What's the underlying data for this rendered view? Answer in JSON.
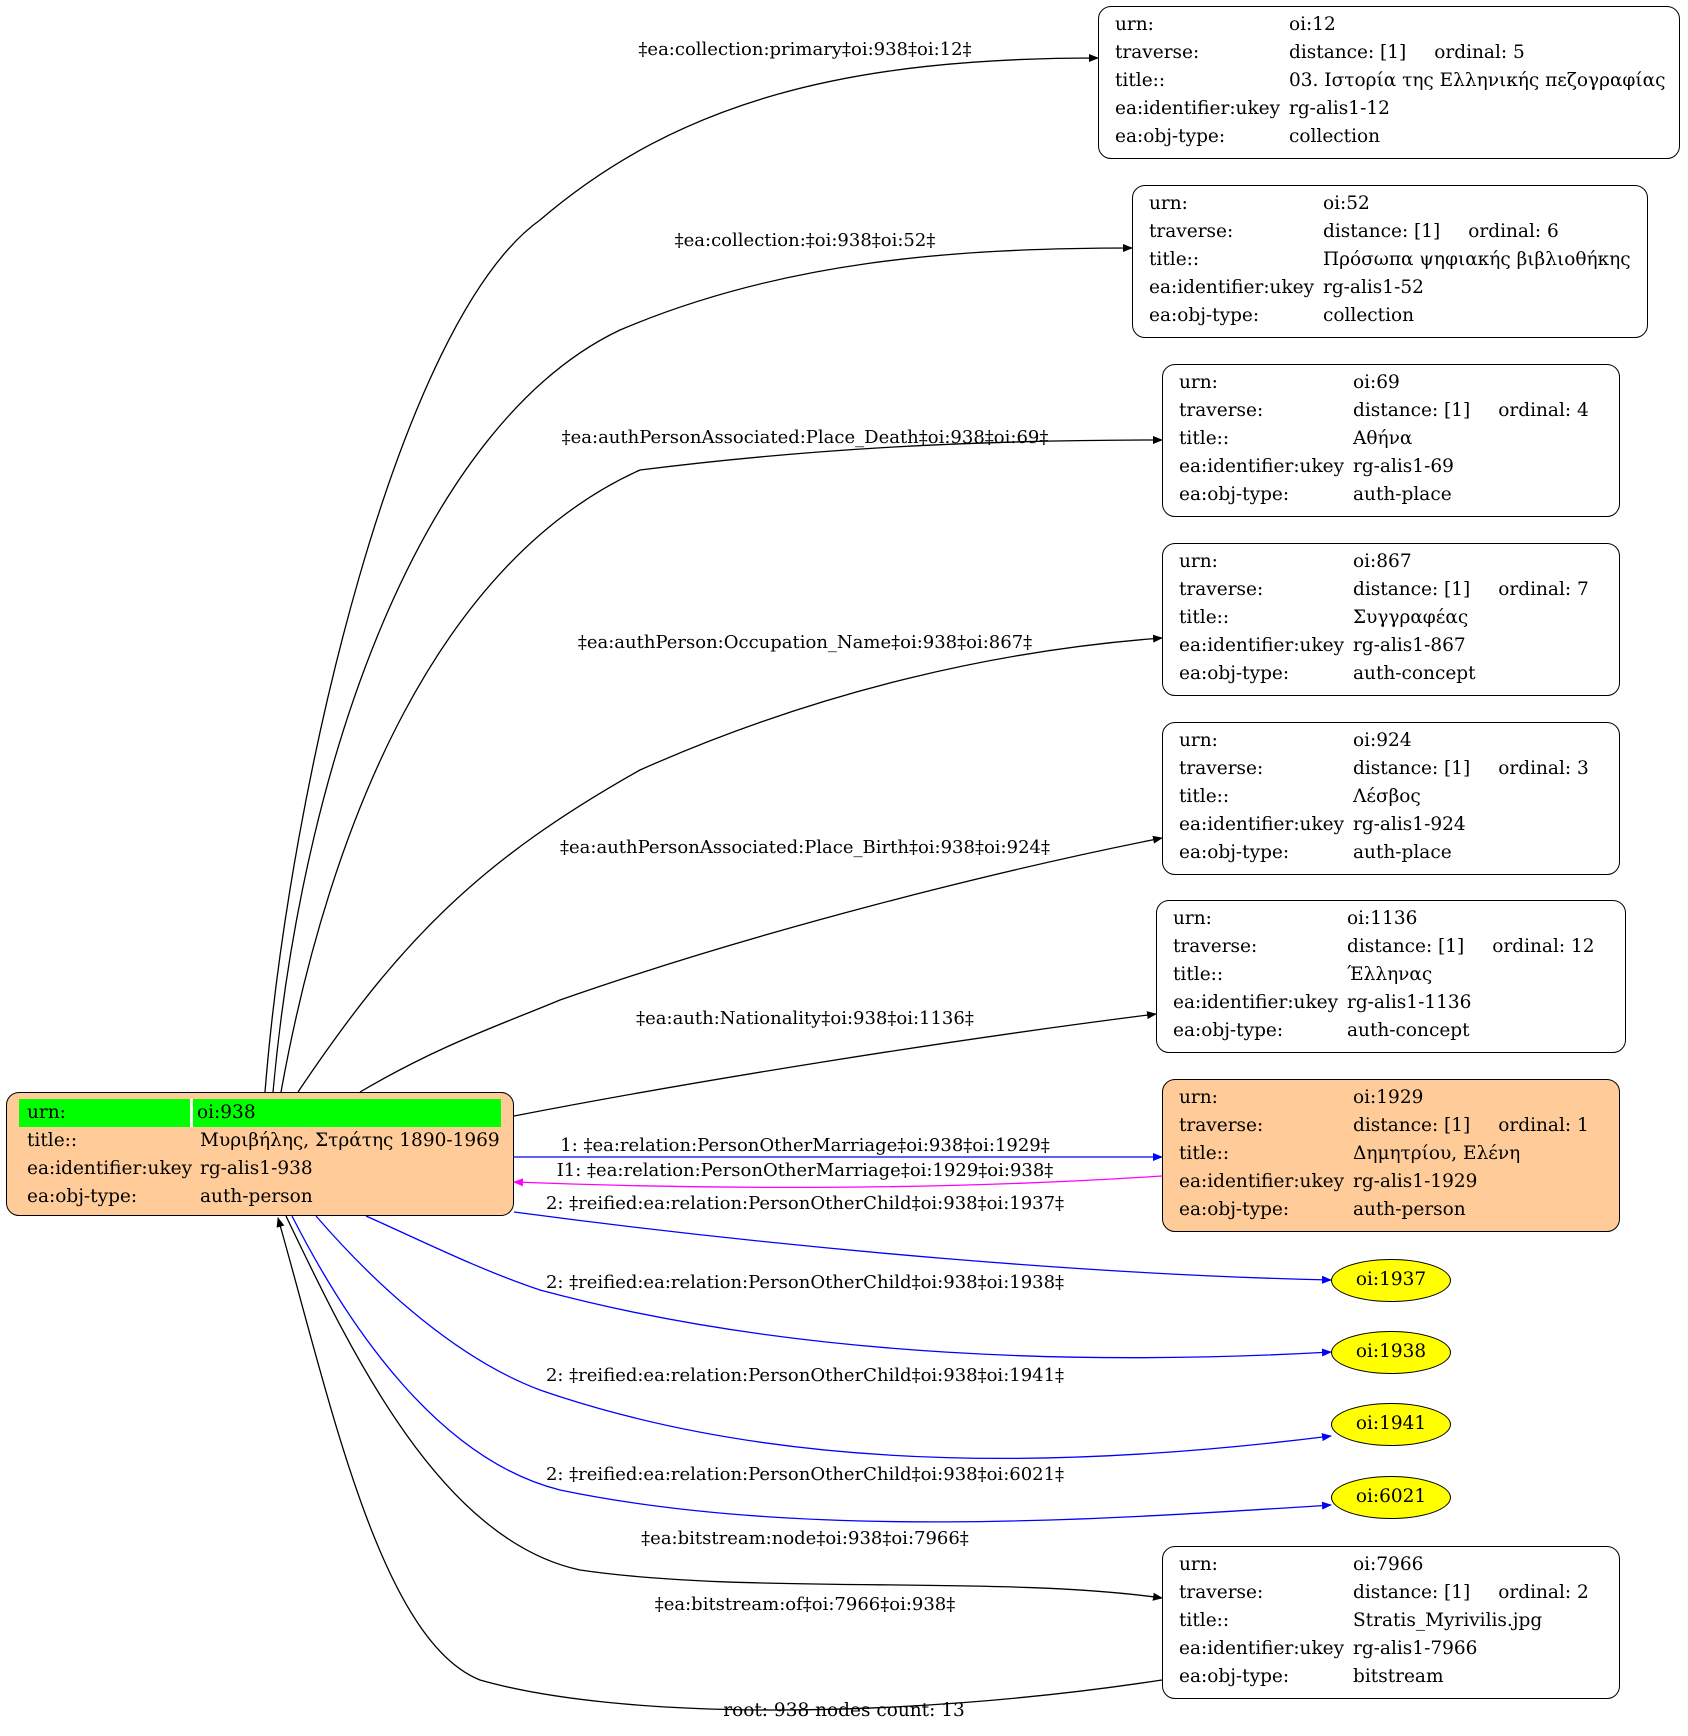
{
  "root_node": {
    "id": "oi:938",
    "rows": [
      {
        "key": "urn:",
        "value": "oi:938"
      },
      {
        "key": "title::",
        "value": "Μυριβήλης, Στράτης 1890-1969"
      },
      {
        "key": "ea:identifier:ukey",
        "value": "rg-alis1-938"
      },
      {
        "key": "ea:obj-type:",
        "value": "auth-person"
      }
    ],
    "highlight_color": "#00ff00",
    "fill_color": "#ffcc99"
  },
  "nodes": [
    {
      "urn": "oi:12",
      "distance": "distance: [1]",
      "ordinal": "ordinal: 5",
      "title": "03. Ιστορία της Ελληνικής πεζογραφίας",
      "ukey": "rg-alis1-12",
      "obj_type": "collection"
    },
    {
      "urn": "oi:52",
      "distance": "distance: [1]",
      "ordinal": "ordinal: 6",
      "title": "Πρόσωπα ψηφιακής βιβλιοθήκης",
      "ukey": "rg-alis1-52",
      "obj_type": "collection"
    },
    {
      "urn": "oi:69",
      "distance": "distance: [1]",
      "ordinal": "ordinal: 4",
      "title": "Αθήνα",
      "ukey": "rg-alis1-69",
      "obj_type": "auth-place"
    },
    {
      "urn": "oi:867",
      "distance": "distance: [1]",
      "ordinal": "ordinal: 7",
      "title": "Συγγραφέας",
      "ukey": "rg-alis1-867",
      "obj_type": "auth-concept"
    },
    {
      "urn": "oi:924",
      "distance": "distance: [1]",
      "ordinal": "ordinal: 3",
      "title": "Λέσβος",
      "ukey": "rg-alis1-924",
      "obj_type": "auth-place"
    },
    {
      "urn": "oi:1136",
      "distance": "distance: [1]",
      "ordinal": "ordinal: 12",
      "title": "Έλληνας",
      "ukey": "rg-alis1-1136",
      "obj_type": "auth-concept"
    },
    {
      "urn": "oi:1929",
      "distance": "distance: [1]",
      "ordinal": "ordinal: 1",
      "title": "Δημητρίου, Ελένη",
      "ukey": "rg-alis1-1929",
      "obj_type": "auth-person"
    },
    {
      "urn": "oi:7966",
      "distance": "distance: [1]",
      "ordinal": "ordinal: 2",
      "title": "Stratis_Myrivilis.jpg",
      "ukey": "rg-alis1-7966",
      "obj_type": "bitstream"
    }
  ],
  "field_labels": {
    "urn": "urn:",
    "traverse": "traverse:",
    "title": "title::",
    "ukey": "ea:identifier:ukey",
    "obj_type": "ea:obj-type:"
  },
  "ellipse_nodes": [
    "oi:1937",
    "oi:1938",
    "oi:1941",
    "oi:6021"
  ],
  "edges": [
    {
      "label": "‡ea:collection:primary‡oi:938‡oi:12‡",
      "color": "#000000"
    },
    {
      "label": "‡ea:collection:‡oi:938‡oi:52‡",
      "color": "#000000"
    },
    {
      "label": "‡ea:authPersonAssociated:Place_Death‡oi:938‡oi:69‡",
      "color": "#000000"
    },
    {
      "label": "‡ea:authPerson:Occupation_Name‡oi:938‡oi:867‡",
      "color": "#000000"
    },
    {
      "label": "‡ea:authPersonAssociated:Place_Birth‡oi:938‡oi:924‡",
      "color": "#000000"
    },
    {
      "label": "‡ea:auth:Nationality‡oi:938‡oi:1136‡",
      "color": "#000000"
    },
    {
      "label": "1: ‡ea:relation:PersonOtherMarriage‡oi:938‡oi:1929‡",
      "color": "#0000ff"
    },
    {
      "label": "I1: ‡ea:relation:PersonOtherMarriage‡oi:1929‡oi:938‡",
      "color": "#ff00ff"
    },
    {
      "label": "2: ‡reified:ea:relation:PersonOtherChild‡oi:938‡oi:1937‡",
      "color": "#0000ff"
    },
    {
      "label": "2: ‡reified:ea:relation:PersonOtherChild‡oi:938‡oi:1938‡",
      "color": "#0000ff"
    },
    {
      "label": "2: ‡reified:ea:relation:PersonOtherChild‡oi:938‡oi:1941‡",
      "color": "#0000ff"
    },
    {
      "label": "2: ‡reified:ea:relation:PersonOtherChild‡oi:938‡oi:6021‡",
      "color": "#0000ff"
    },
    {
      "label": "‡ea:bitstream:node‡oi:938‡oi:7966‡",
      "color": "#000000"
    },
    {
      "label": "‡ea:bitstream:of‡oi:7966‡oi:938‡",
      "color": "#000000"
    }
  ],
  "footer": "root: 938 nodes count: 13"
}
